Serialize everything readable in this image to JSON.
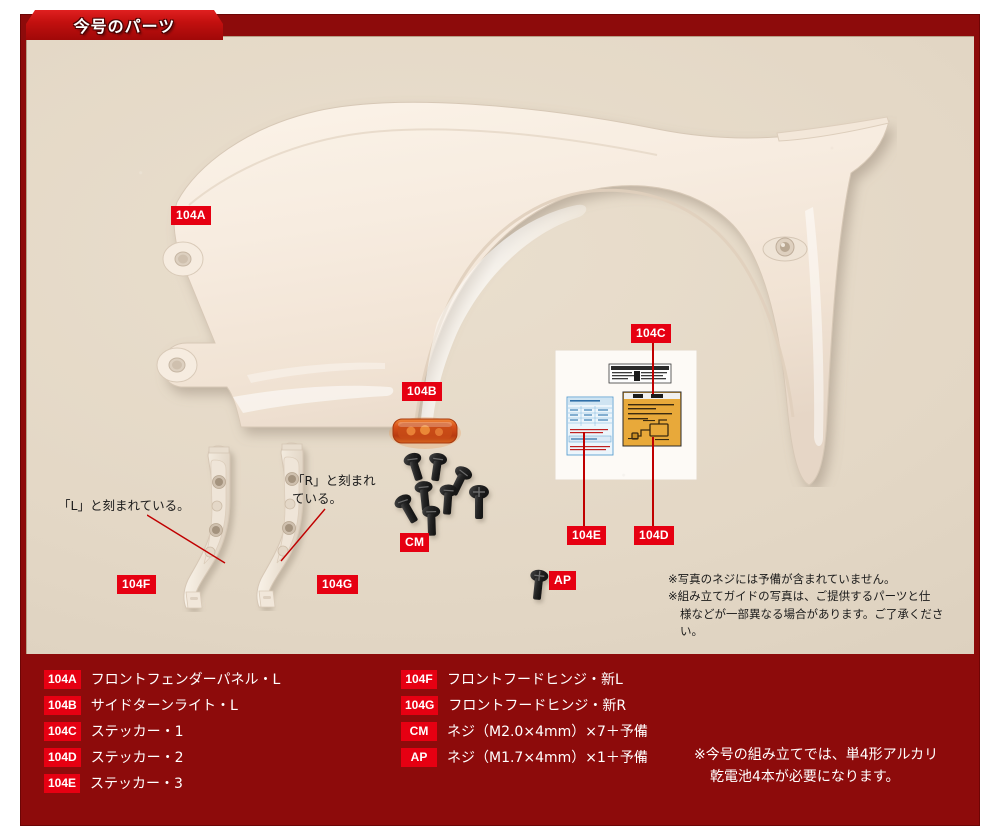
{
  "header": {
    "tab_label": "今号のパーツ"
  },
  "photo": {
    "callouts": [
      {
        "id": "104A",
        "label": "104A"
      },
      {
        "id": "104B",
        "label": "104B"
      },
      {
        "id": "104C",
        "label": "104C"
      },
      {
        "id": "104D",
        "label": "104D"
      },
      {
        "id": "104E",
        "label": "104E"
      },
      {
        "id": "104F",
        "label": "104F"
      },
      {
        "id": "104G",
        "label": "104G"
      },
      {
        "id": "CM",
        "label": "CM"
      },
      {
        "id": "AP",
        "label": "AP"
      }
    ],
    "annotations": {
      "left_hinge": "「L」と刻まれている。",
      "right_hinge_line1": "「R」と刻まれ",
      "right_hinge_line2": "ている。"
    },
    "notes": [
      "※写真のネジには予備が含まれていません。",
      "※組み立てガイドの写真は、ご提供するパーツと仕",
      "様などが一部異なる場合があります。ご了承ください。"
    ]
  },
  "parts_list": {
    "column_left": [
      {
        "code": "104A",
        "desc": "フロントフェンダーパネル・L"
      },
      {
        "code": "104B",
        "desc": "サイドターンライト・L"
      },
      {
        "code": "104C",
        "desc": "ステッカー・1"
      },
      {
        "code": "104D",
        "desc": "ステッカー・2"
      },
      {
        "code": "104E",
        "desc": "ステッカー・3"
      }
    ],
    "column_right": [
      {
        "code": "104F",
        "desc": "フロントフードヒンジ・新L"
      },
      {
        "code": "104G",
        "desc": "フロントフードヒンジ・新R"
      },
      {
        "code": "CM",
        "desc": "ネジ（M2.0×4mm）×7＋予備"
      },
      {
        "code": "AP",
        "desc": "ネジ（M1.7×4mm）×1＋予備"
      }
    ],
    "battery_note": [
      "※今号の組み立てでは、単4形アルカリ",
      "乾電池4本が必要になります。"
    ]
  },
  "colors": {
    "frame_red": "#8d0b0b",
    "badge_red": "#e60012",
    "tab_red": "#c3100f",
    "photo_bg": "#e7dccb",
    "part_cream": "#f5ece0",
    "turn_light_amber": "#d9541a",
    "screw_black": "#2a2a2a",
    "sticker_orange": "#e8a93a",
    "sticker_blue": "#cfe4f2"
  }
}
